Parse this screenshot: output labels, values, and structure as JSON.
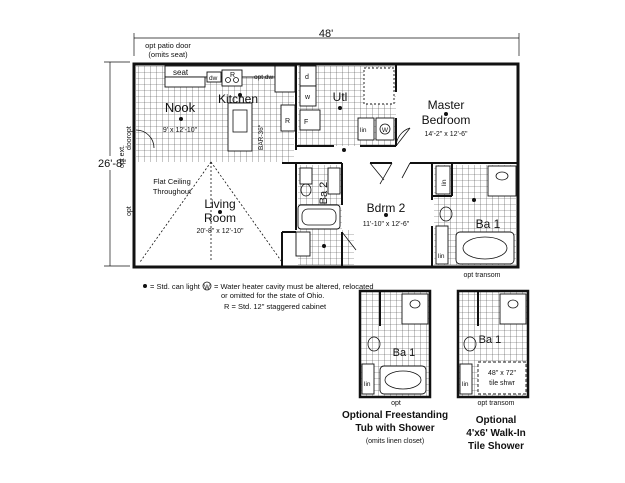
{
  "dims": {
    "width": "48'",
    "depth": "26'-8\""
  },
  "rooms": {
    "nook": {
      "name": "Nook",
      "size": "9' x 12'-10\""
    },
    "kitchen": {
      "name": "Kitchen"
    },
    "utl": {
      "name": "Utl"
    },
    "master": {
      "name1": "Master",
      "name2": "Bedroom",
      "size": "14'-2\" x 12'-6\""
    },
    "living": {
      "name1": "Living",
      "name2": "Room",
      "size": "20'-8\" x 12'-10\"",
      "ceiling1": "Flat Ceiling",
      "ceiling2": "Throughout"
    },
    "ba2": {
      "name": "Ba 2"
    },
    "bdrm2": {
      "name": "Bdrm 2",
      "size": "11'-10\" x 12'-6\""
    },
    "ba1": {
      "name": "Ba 1"
    }
  },
  "labels": {
    "patio1": "opt patio door",
    "patio2": "(omits seat)",
    "seat": "seat",
    "dw": "dw",
    "r": "R",
    "optdw": "opt dw",
    "bar": "BAR-36\"",
    "d": "d",
    "w": "w",
    "f": "F",
    "r2": "R",
    "lin": "lin",
    "lin2": "lin",
    "lin3": "lin",
    "wh": "W",
    "optext": "opt ext.",
    "door": "door",
    "opt_left1": "opt",
    "opt_left2": "opt",
    "optTransom": "opt transom"
  },
  "legend": {
    "can": "= Std. can light",
    "wh_sym": "W",
    "wh1": "= Water heater cavity must be altered, relocated",
    "wh2": "or omitted for the state of Ohio.",
    "cab": "R = Std. 12\" staggered cabinet"
  },
  "options": {
    "tub": {
      "room": "Ba 1",
      "lin": "lin",
      "opt": "opt",
      "t1": "Optional Freestanding",
      "t2": "Tub with Shower",
      "t3": "(omits linen closet)"
    },
    "shower": {
      "room": "Ba 1",
      "lin": "lin",
      "shwr1": "48\" x 72\"",
      "shwr2": "tile shwr",
      "transom": "opt transom",
      "t1": "Optional",
      "t2": "4'x6' Walk-In",
      "t3": "Tile Shower"
    }
  }
}
